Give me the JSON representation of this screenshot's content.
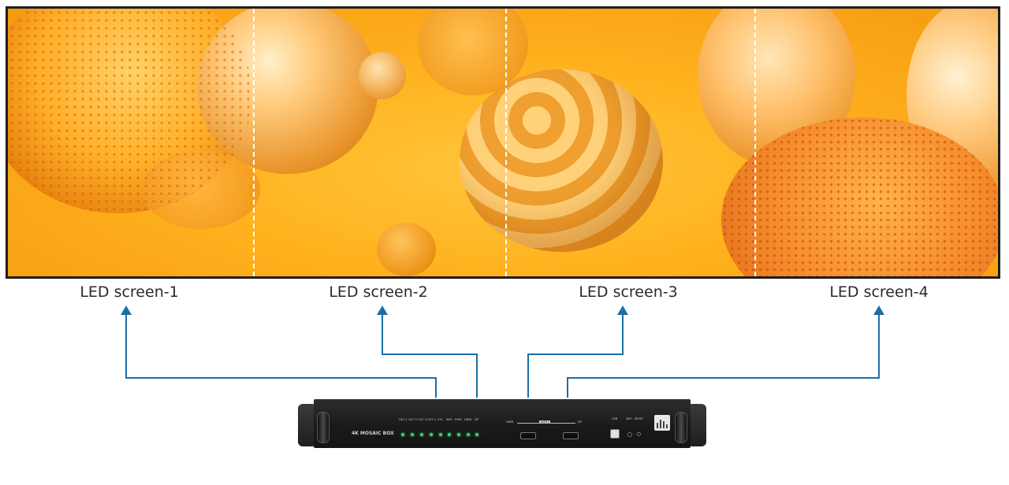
{
  "screens": [
    {
      "label": "LED screen-1"
    },
    {
      "label": "LED screen-2"
    },
    {
      "label": "LED screen-3"
    },
    {
      "label": "LED screen-4"
    }
  ],
  "device": {
    "name": "4K MOSAIC BOX",
    "indicator_labels": [
      "OUT 1",
      "OUT 2",
      "OUT 3",
      "OUT 4",
      "SYS",
      "WIFI",
      "SYNC",
      "HDMI",
      "DP"
    ],
    "port_labels": {
      "hdmi": "HDMI",
      "input": "INPUT",
      "dp": "DP",
      "usb": "USB",
      "wifi": "WIFI",
      "reset": "RESET"
    }
  },
  "colors": {
    "connector": "#1a6fa8",
    "wall_frame": "#1d1d1d",
    "indicator": "#3fd06a"
  },
  "icons": {
    "arrow": "arrow-up-icon",
    "logo": "equalizer-logo-icon"
  }
}
